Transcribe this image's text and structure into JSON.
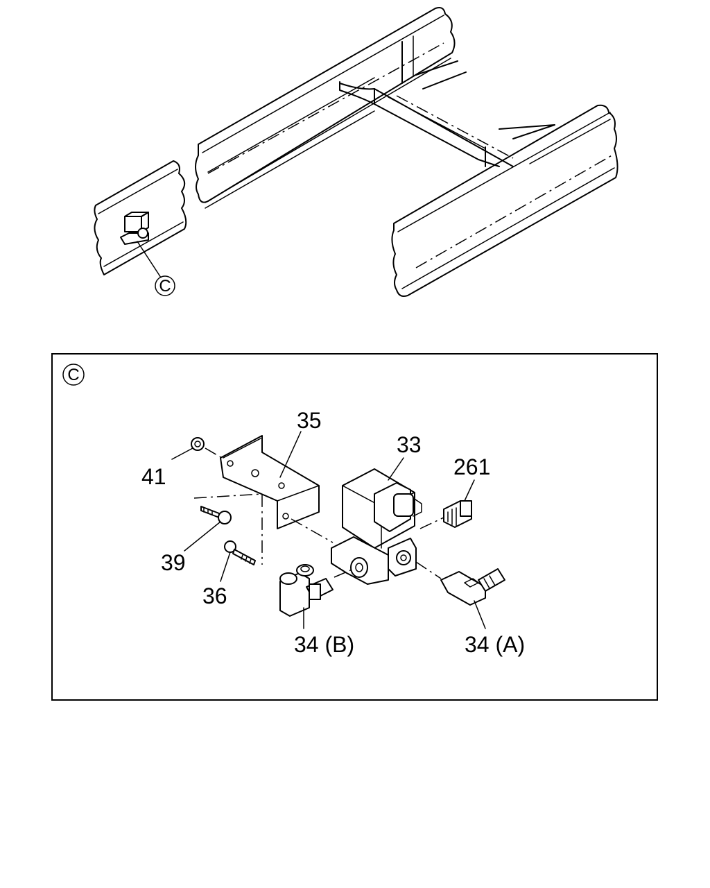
{
  "overview": {
    "callout_letter": "C"
  },
  "detail": {
    "callout_letter": "C",
    "parts": [
      {
        "id": "part-33",
        "label": "33"
      },
      {
        "id": "part-35",
        "label": "35"
      },
      {
        "id": "part-41",
        "label": "41"
      },
      {
        "id": "part-39",
        "label": "39"
      },
      {
        "id": "part-36",
        "label": "36"
      },
      {
        "id": "part-261",
        "label": "261"
      },
      {
        "id": "part-34b",
        "label": "34 (B)"
      },
      {
        "id": "part-34a",
        "label": "34 (A)"
      }
    ]
  }
}
